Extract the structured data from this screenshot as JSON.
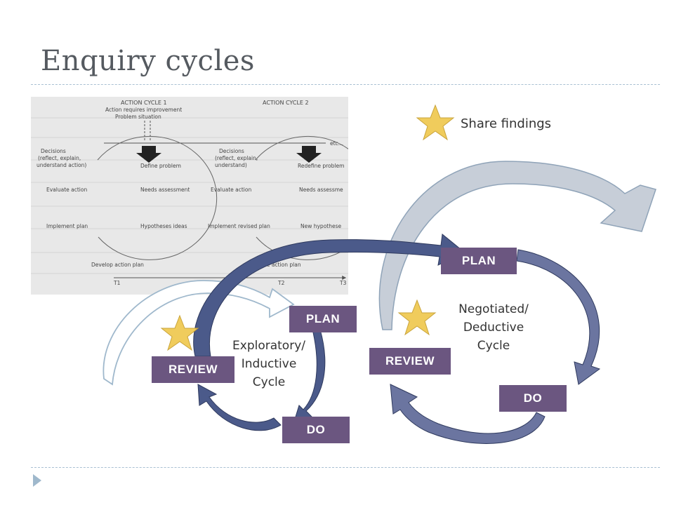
{
  "title": "Enquiry cycles",
  "figure": {
    "cycle1_heading": "ACTION CYCLE 1",
    "cycle1_sub1": "Action requires improvement",
    "cycle1_sub2": "Problem situation",
    "cycle2_heading": "ACTION CYCLE 2",
    "etc": "etc…",
    "decisions1_a": "Decisions",
    "decisions1_b": "(reflect, explain,",
    "decisions1_c": "understand action)",
    "define_problem": "Define problem",
    "decisions2_a": "Decisions",
    "decisions2_b": "(reflect, explain,",
    "decisions2_c": "understand)",
    "redefine_problem": "Redefine problem",
    "evaluate1": "Evaluate action",
    "needs1": "Needs assessment",
    "evaluate2": "Evaluate action",
    "needs2": "Needs assessme",
    "implement1": "Implement plan",
    "hypotheses1": "Hypotheses ideas",
    "implement2": "Implement revised plan",
    "hypotheses2": "New hypothese",
    "develop": "Develop action plan",
    "revise": "Revise action plan",
    "t1": "T1",
    "t2": "T2",
    "t3": "T3"
  },
  "legend": {
    "share_findings": "Share findings"
  },
  "small_cycle": {
    "plan": "PLAN",
    "do": "DO",
    "review": "REVIEW",
    "name_line1": "Exploratory/",
    "name_line2": "Inductive",
    "name_line3": "Cycle"
  },
  "large_cycle": {
    "plan": "PLAN",
    "do": "DO",
    "review": "REVIEW",
    "name_line1": "Negotiated/",
    "name_line2": "Deductive",
    "name_line3": "Cycle"
  },
  "colors": {
    "box_fill": "#6b5680",
    "arrow_fill": "#4b5a8a",
    "star_fill": "#f0cc5c",
    "light_arrow": "#c7ced8"
  }
}
